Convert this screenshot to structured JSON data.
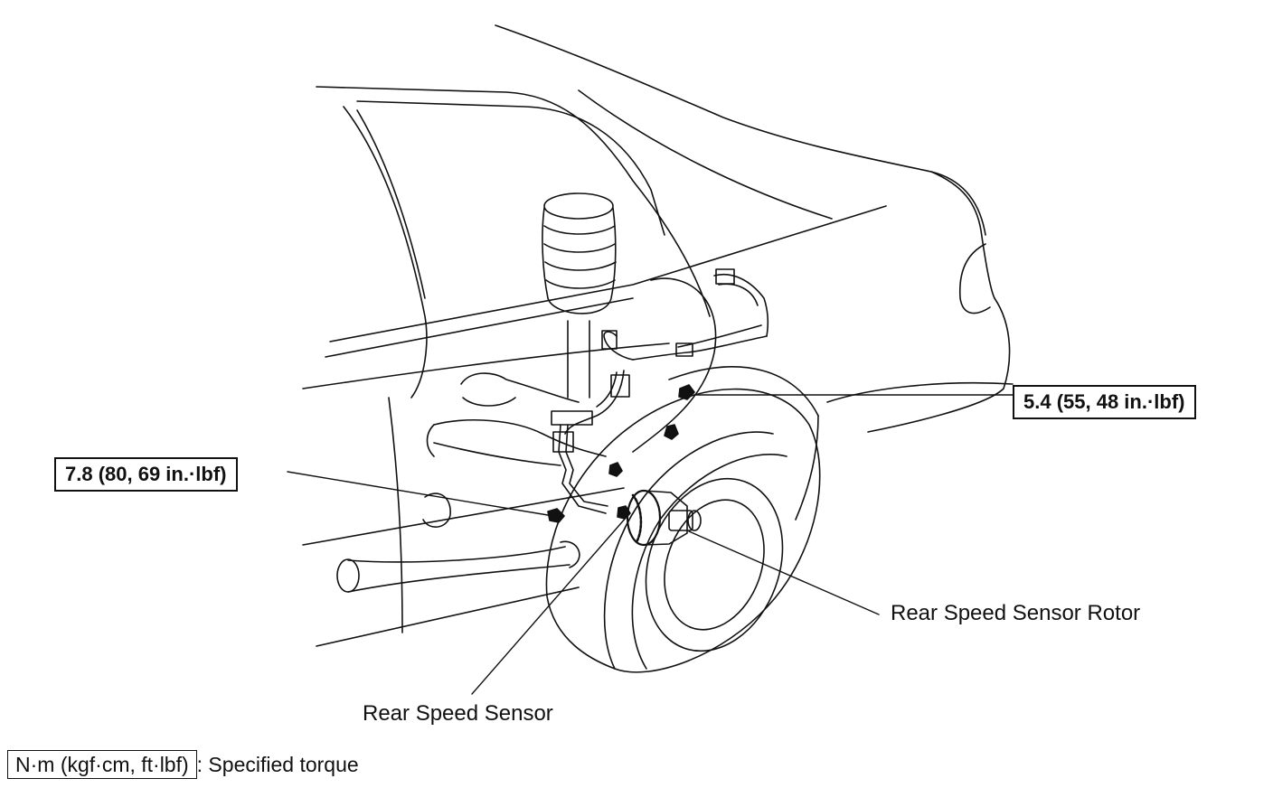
{
  "torque_labels": {
    "upper_right": "5.4 (55, 48 in.·lbf)",
    "left": "7.8 (80, 69 in.·lbf)"
  },
  "callouts": {
    "rotor": "Rear Speed Sensor Rotor",
    "sensor": "Rear Speed Sensor"
  },
  "legend": {
    "unit_box": "N·m (kgf·cm, ft·lbf)",
    "description": ": Specified torque"
  }
}
